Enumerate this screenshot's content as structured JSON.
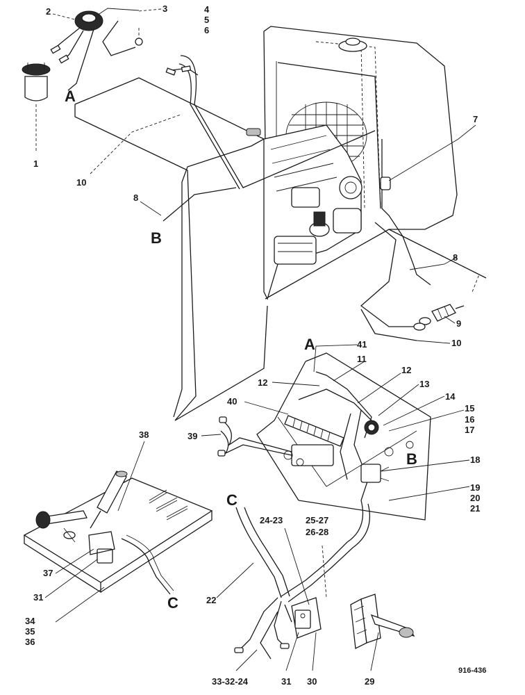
{
  "drawing_number": "916-436",
  "connector_letters": [
    {
      "id": "A-top",
      "text": "A"
    },
    {
      "id": "B-left",
      "text": "B"
    },
    {
      "id": "A-panel",
      "text": "A"
    },
    {
      "id": "B-panel",
      "text": "B"
    },
    {
      "id": "C-hose",
      "text": "C"
    },
    {
      "id": "C-pedal",
      "text": "C"
    }
  ],
  "callouts": [
    {
      "id": "c1",
      "text": "1"
    },
    {
      "id": "c2",
      "text": "2"
    },
    {
      "id": "c3",
      "text": "3"
    },
    {
      "id": "c4",
      "text": "4"
    },
    {
      "id": "c5",
      "text": "5"
    },
    {
      "id": "c6",
      "text": "6"
    },
    {
      "id": "c7",
      "text": "7"
    },
    {
      "id": "c8a",
      "text": "8"
    },
    {
      "id": "c8b",
      "text": "8"
    },
    {
      "id": "c9",
      "text": "9"
    },
    {
      "id": "c10a",
      "text": "10"
    },
    {
      "id": "c10b",
      "text": "10"
    },
    {
      "id": "c11",
      "text": "11"
    },
    {
      "id": "c12a",
      "text": "12"
    },
    {
      "id": "c12b",
      "text": "12"
    },
    {
      "id": "c13",
      "text": "13"
    },
    {
      "id": "c14",
      "text": "14"
    },
    {
      "id": "c15",
      "text": "15"
    },
    {
      "id": "c16",
      "text": "16"
    },
    {
      "id": "c17",
      "text": "17"
    },
    {
      "id": "c18",
      "text": "18"
    },
    {
      "id": "c19",
      "text": "19"
    },
    {
      "id": "c20",
      "text": "20"
    },
    {
      "id": "c21",
      "text": "21"
    },
    {
      "id": "c22",
      "text": "22"
    },
    {
      "id": "c24-23",
      "text": "24-23"
    },
    {
      "id": "c25-27",
      "text": "25-27"
    },
    {
      "id": "c26-28",
      "text": "26-28"
    },
    {
      "id": "c29",
      "text": "29"
    },
    {
      "id": "c30",
      "text": "30"
    },
    {
      "id": "c31a",
      "text": "31"
    },
    {
      "id": "c31b",
      "text": "31"
    },
    {
      "id": "c33-32-24",
      "text": "33-32-24"
    },
    {
      "id": "c34",
      "text": "34"
    },
    {
      "id": "c35",
      "text": "35"
    },
    {
      "id": "c36",
      "text": "36"
    },
    {
      "id": "c37",
      "text": "37"
    },
    {
      "id": "c38",
      "text": "38"
    },
    {
      "id": "c39",
      "text": "39"
    },
    {
      "id": "c40",
      "text": "40"
    },
    {
      "id": "c41",
      "text": "41"
    }
  ]
}
